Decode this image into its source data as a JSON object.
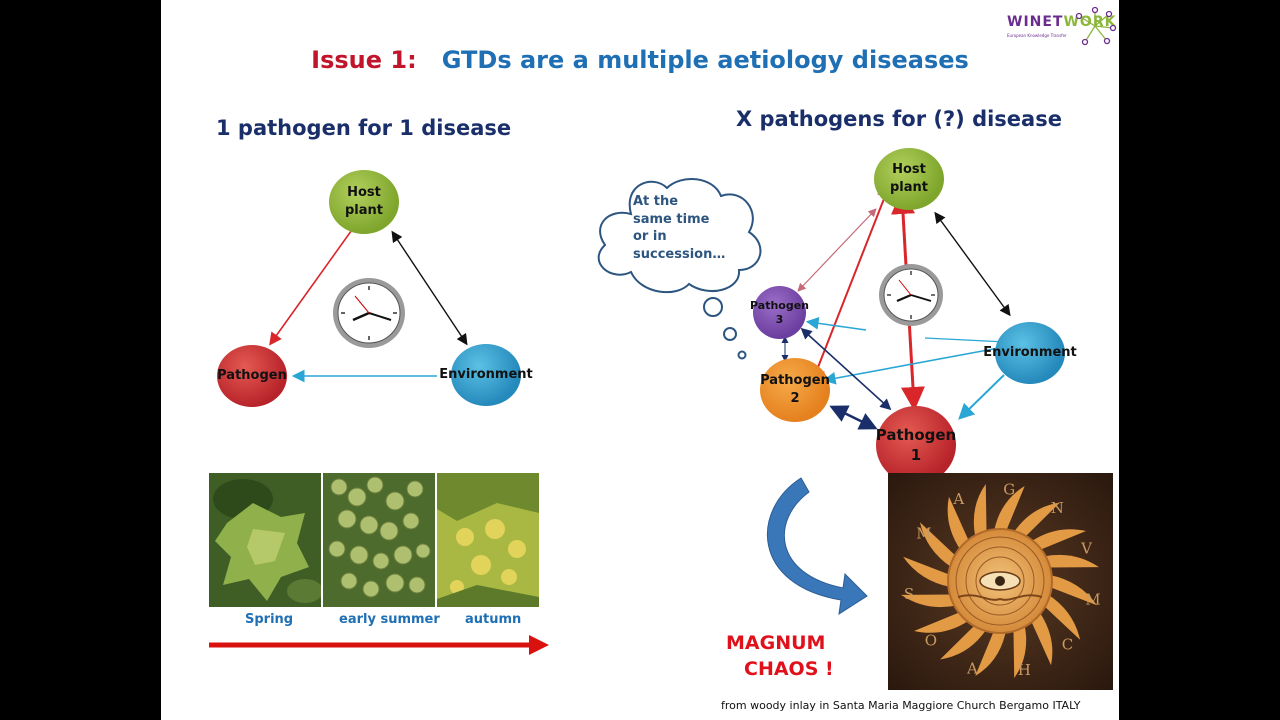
{
  "logo": {
    "part1": "WINET",
    "part2": "WORK",
    "tagline": "European Knowledge Transfer"
  },
  "title": {
    "issue": "Issue 1:",
    "text": "GTDs  are a multiple aetiology  diseases"
  },
  "left": {
    "heading": "1 pathogen for 1 disease",
    "nodes": {
      "host_line1": "Host",
      "host_line2": "plant",
      "pathogen": "Pathogen",
      "environment": "Environment"
    },
    "seasons": [
      "Spring",
      "early summer",
      "autumn"
    ]
  },
  "right": {
    "heading": "X  pathogens for (?) disease",
    "thought": [
      "At the",
      "same time",
      "or in",
      "succession…"
    ],
    "nodes": {
      "host_line1": "Host",
      "host_line2": "plant",
      "pathogen3_line1": "Pathogen",
      "pathogen3_line2": "3",
      "pathogen2_line1": "Pathogen",
      "pathogen2_line2": "2",
      "pathogen1_line1": "Pathogen",
      "pathogen1_line2": "1",
      "environment": "Environment"
    },
    "chaos_line1": "MAGNUM",
    "chaos_line2": "CHAOS !",
    "inlay_letters": [
      "M",
      "A",
      "G",
      "N",
      "V",
      "M",
      "C",
      "H",
      "A",
      "O",
      "S"
    ],
    "caption": "from woody inlay  in Santa Maria Maggiore Church  Bergamo ITALY"
  },
  "colors": {
    "title_blue": "#1f6fb4",
    "title_red": "#c0152a",
    "heading_navy": "#1a2f6a",
    "chaos_red": "#e0111b"
  }
}
